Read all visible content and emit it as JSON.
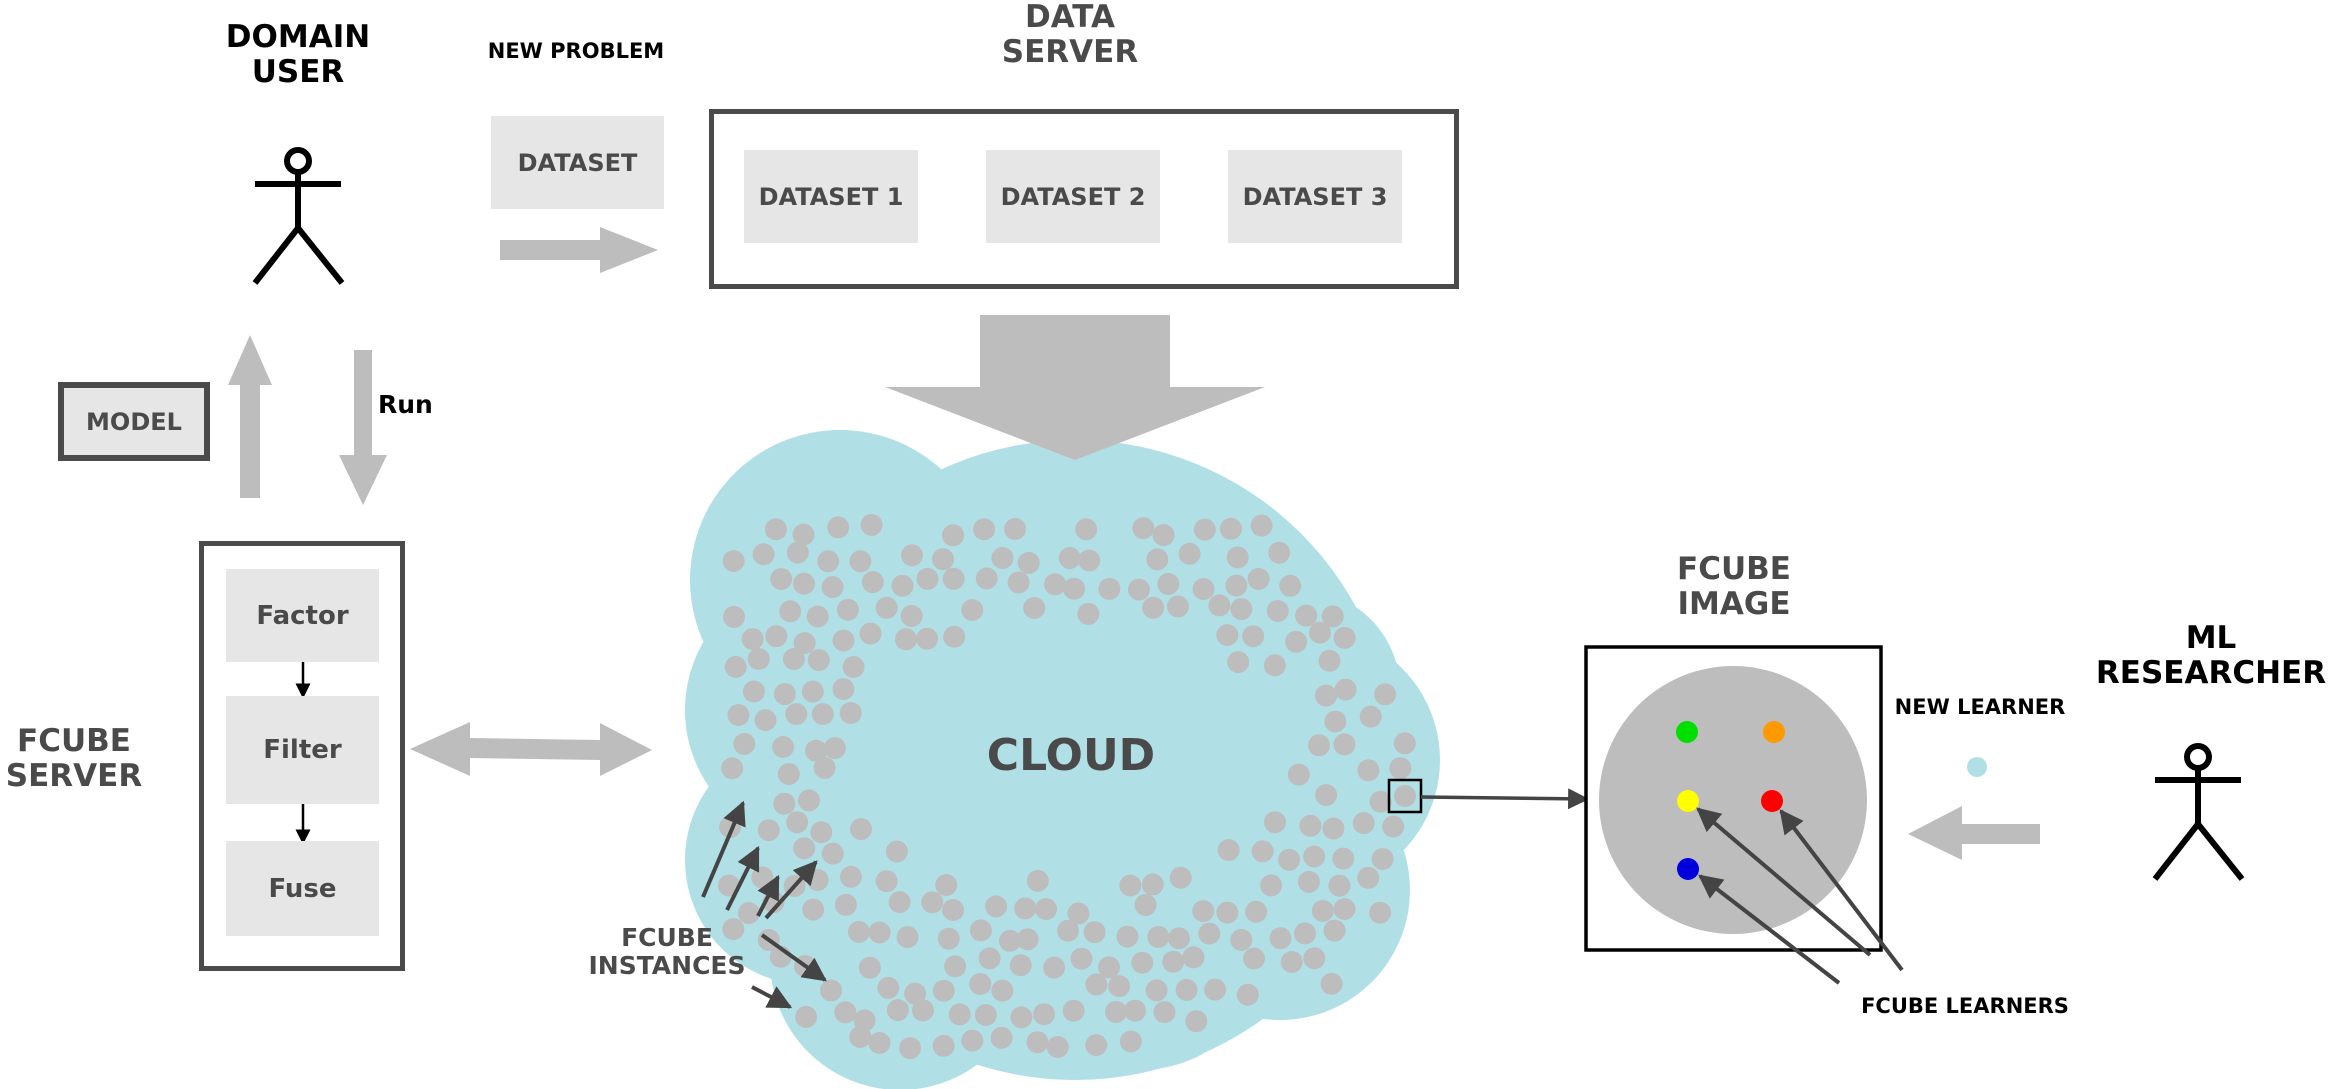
{
  "actors": {
    "domain_user": "DOMAIN\nUSER",
    "ml_researcher": "ML\nRESEARCHER"
  },
  "labels": {
    "new_problem": "NEW PROBLEM",
    "dataset": "DATASET",
    "data_server": "DATA\nSERVER",
    "model": "MODEL",
    "run": "Run",
    "fcube_server": "FCUBE\nSERVER",
    "cloud": "CLOUD",
    "fcube_instances": "FCUBE\nINSTANCES",
    "fcube_image": "FCUBE\nIMAGE",
    "new_learner": "NEW LEARNER",
    "fcube_learners": "FCUBE LEARNERS"
  },
  "datasets": [
    "DATASET 1",
    "DATASET 2",
    "DATASET 3"
  ],
  "pipeline": [
    "Factor",
    "Filter",
    "Fuse"
  ],
  "colors": {
    "cloud": "#b0e0e6",
    "instance_dot": "#bdbdbd",
    "arrow_gray": "#bdbdbd",
    "box_fill": "#e6e6e6",
    "frame": "#4a4a4a",
    "new_learner_dot": "#b0e0e6",
    "learners": [
      "#00e000",
      "#ff9900",
      "#ffff00",
      "#ff0000",
      "#0000dd"
    ]
  }
}
